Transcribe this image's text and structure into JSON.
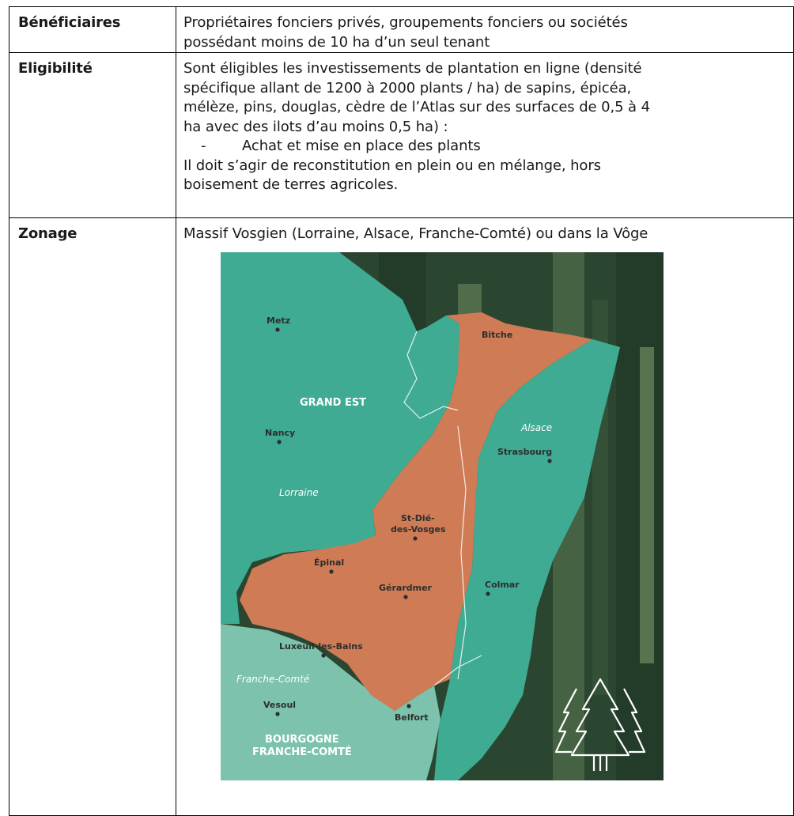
{
  "rows": [
    {
      "label": "Bénéficiaires",
      "lines": [
        "Propriétaires fonciers privés, groupements fonciers ou sociétés",
        "possédant moins de 10 ha d’un seul tenant"
      ]
    },
    {
      "label": "Eligibilité",
      "lines": [
        "Sont éligibles les investissements de plantation en ligne (densité",
        "spécifique allant de 1200 à 2000 plants / ha) de sapins, épicéa,",
        "mélèze, pins, douglas, cèdre de l’Atlas sur des surfaces de 0,5 à 4",
        "ha avec des ilots d’au moins 0,5 ha) :"
      ],
      "list_item": {
        "bullet": "-",
        "text": "Achat et mise en place des plants"
      },
      "lines_after": [
        "Il doit s’agir de reconstitution en plein ou en mélange, hors",
        "boisement de terres agricoles."
      ]
    },
    {
      "label": "Zonage",
      "lines": [
        "Massif Vosgien (Lorraine, Alsace, Franche-Comté) ou dans la Vôge"
      ]
    }
  ],
  "map": {
    "colors": {
      "teal": "#3eab92",
      "light_teal": "#7cc2ad",
      "orange": "#cf7b55",
      "forest_dark": "#1e3324",
      "forest_mid": "#3d5a3d",
      "forest_light": "#6f8c62"
    },
    "cities": {
      "metz": "Metz",
      "bitche": "Bitche",
      "nancy": "Nancy",
      "strasbourg": "Strasbourg",
      "st_die_1": "St-Dié-",
      "st_die_2": "des-Vosges",
      "epinal": "Épinal",
      "gerardmer": "Gérardmer",
      "colmar": "Colmar",
      "luxeuil": "Luxeuil-les-Bains",
      "vesoul": "Vesoul",
      "belfort": "Belfort"
    },
    "regions": {
      "grand_est": "GRAND EST",
      "bourgogne_1": "BOURGOGNE",
      "bourgogne_2": "FRANCHE-COMTÉ"
    },
    "areas": {
      "alsace": "Alsace",
      "lorraine": "Lorraine",
      "franche_comte": "Franche-Comté"
    },
    "logo_icon": "fir-trees-icon"
  }
}
